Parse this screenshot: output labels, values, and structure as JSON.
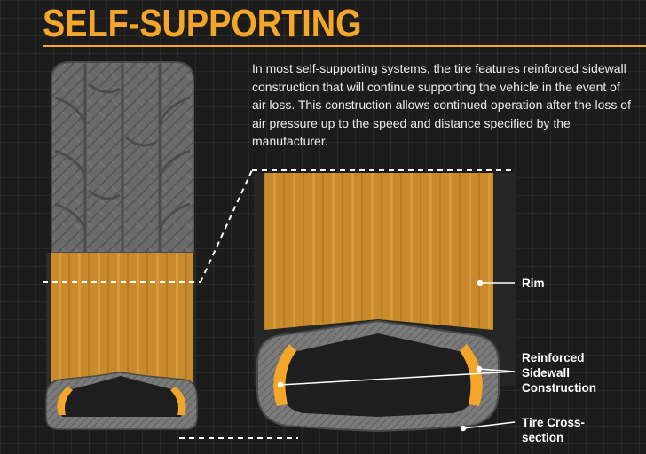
{
  "title": "SELF-SUPPORTING",
  "description": "In most self-supporting systems, the tire features reinforced sidewall construction that will continue supporting the vehicle in the event of air loss. This construction allows continued operation after the loss of air pressure up to the speed and distance specified by the manufacturer.",
  "labels": {
    "rim": "Rim",
    "reinforced_sidewall": "Reinforced Sidewall Construction",
    "tire_cross_section": "Tire Cross-section"
  },
  "colors": {
    "accent": "#f4a62a",
    "rim_fill": "#c98a2c",
    "tire_gray": "#6e6e6e",
    "background": "#1c1c1c",
    "text": "#ececec"
  }
}
